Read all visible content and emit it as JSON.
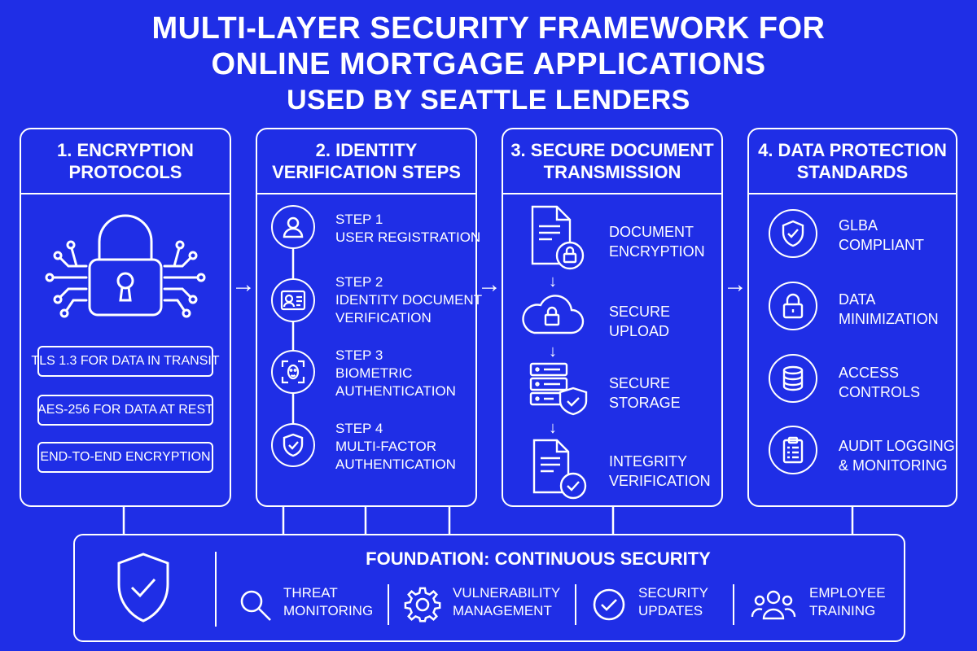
{
  "title": {
    "line1": "MULTI-LAYER SECURITY FRAMEWORK FOR",
    "line2": "ONLINE MORTGAGE APPLICATIONS",
    "line3": "USED BY SEATTLE LENDERS"
  },
  "columns": {
    "encryption": {
      "heading_line1": "1. ENCRYPTION",
      "heading_line2": "PROTOCOLS",
      "icon": "padlock-circuit-icon",
      "items": [
        "TLS 1.3 FOR DATA IN TRANSIT",
        "AES-256 FOR DATA AT REST",
        "END-TO-END ENCRYPTION"
      ]
    },
    "identity": {
      "heading_line1": "2. IDENTITY",
      "heading_line2": "VERIFICATION STEPS",
      "steps": [
        {
          "label": "STEP 1",
          "line1": "USER REGISTRATION",
          "line2": "",
          "icon": "user-icon"
        },
        {
          "label": "STEP 2",
          "line1": "IDENTITY DOCUMENT",
          "line2": "VERIFICATION",
          "icon": "id-card-icon"
        },
        {
          "label": "STEP 3",
          "line1": "BIOMETRIC",
          "line2": "AUTHENTICATION",
          "icon": "face-scan-icon"
        },
        {
          "label": "STEP 4",
          "line1": "MULTI-FACTOR",
          "line2": "AUTHENTICATION",
          "icon": "shield-check-icon"
        }
      ]
    },
    "transmission": {
      "heading_line1": "3. SECURE DOCUMENT",
      "heading_line2": "TRANSMISSION",
      "items": [
        {
          "line1": "DOCUMENT",
          "line2": "ENCRYPTION",
          "icon": "document-lock-icon"
        },
        {
          "line1": "SECURE",
          "line2": "UPLOAD",
          "icon": "cloud-lock-icon"
        },
        {
          "line1": "SECURE",
          "line2": "STORAGE",
          "icon": "server-shield-icon"
        },
        {
          "line1": "INTEGRITY",
          "line2": "VERIFICATION",
          "icon": "document-check-icon"
        }
      ]
    },
    "standards": {
      "heading_line1": "4. DATA PROTECTION",
      "heading_line2": "STANDARDS",
      "items": [
        {
          "line1": "GLBA",
          "line2": "COMPLIANT",
          "icon": "shield-check-icon"
        },
        {
          "line1": "DATA",
          "line2": "MINIMIZATION",
          "icon": "padlock-icon"
        },
        {
          "line1": "ACCESS",
          "line2": "CONTROLS",
          "icon": "database-icon"
        },
        {
          "line1": "AUDIT LOGGING",
          "line2": "& MONITORING",
          "icon": "clipboard-list-icon"
        }
      ]
    }
  },
  "foundation": {
    "title": "FOUNDATION: CONTINUOUS SECURITY",
    "icon": "shield-check-icon",
    "items": [
      {
        "line1": "THREAT",
        "line2": "MONITORING",
        "icon": "magnifier-icon"
      },
      {
        "line1": "VULNERABILITY",
        "line2": "MANAGEMENT",
        "icon": "gear-icon"
      },
      {
        "line1": "SECURITY",
        "line2": "UPDATES",
        "icon": "check-circle-icon"
      },
      {
        "line1": "EMPLOYEE",
        "line2": "TRAINING",
        "icon": "team-icon"
      }
    ]
  },
  "colors": {
    "background": "#1f2ee6",
    "foreground": "#ffffff"
  }
}
